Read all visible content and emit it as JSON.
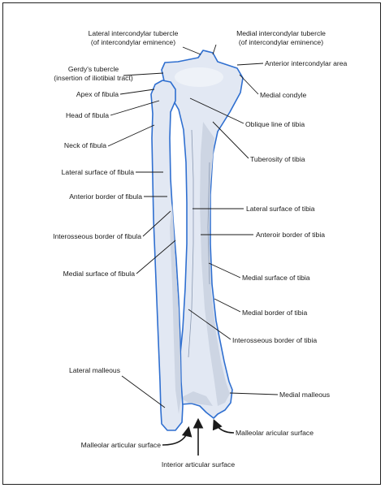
{
  "labels": {
    "lateral_intercondylar_tubercle": {
      "line1": "Lateral intercondylar tubercle",
      "line2": "(of intercondylar eminence)"
    },
    "medial_intercondylar_tubercle": {
      "line1": "Medial intercondylar tubercle",
      "line2": "(of intercondylar eminence)"
    },
    "gerdys_tubercle": {
      "line1": "Gerdy's tubercle",
      "line2": "(insertion of iliotibial tract)"
    },
    "anterior_intercondylar_area": "Anterior intercondylar area",
    "apex_of_fibula": "Apex of fibula",
    "medial_condyle": "Medial condyle",
    "head_of_fibula": "Head of fibula",
    "oblique_line_of_tibia": "Oblique line of tibia",
    "neck_of_fibula": "Neck of fibula",
    "tuberosity_of_tibia": "Tuberosity of tibia",
    "lateral_surface_of_fibula": "Lateral surface of fibula",
    "anterior_border_of_fibula": "Anterior border of fibula",
    "lateral_surface_of_tibia": "Lateral surface of tibia",
    "anteroir_border_of_tibia": "Anteroir border of tibia",
    "interosseous_border_of_fibula": "Interosseous border of fibula",
    "medial_surface_of_fibula": "Medial surface of fibula",
    "medial_surface_of_tibia": "Medial surface of tibia",
    "medial_border_of_tibia": "Medial border of tibia",
    "interosseous_border_of_tibia": "Interosseous border of tibia",
    "lateral_malleous": "Lateral malleous",
    "medial_malleous": "Medial malleous",
    "malleolar_articular_surface_right": "Malleolar aricular surface",
    "malleolar_articular_surface_left": "Malleolar articular surface",
    "interior_articular_surface": "Interior articular surface"
  },
  "colors": {
    "bone_fill": "#e2e8f3",
    "bone_shade": "#cdd5e3",
    "bone_outline": "#2f6fd0",
    "leader_line": "#1a1a1a"
  }
}
